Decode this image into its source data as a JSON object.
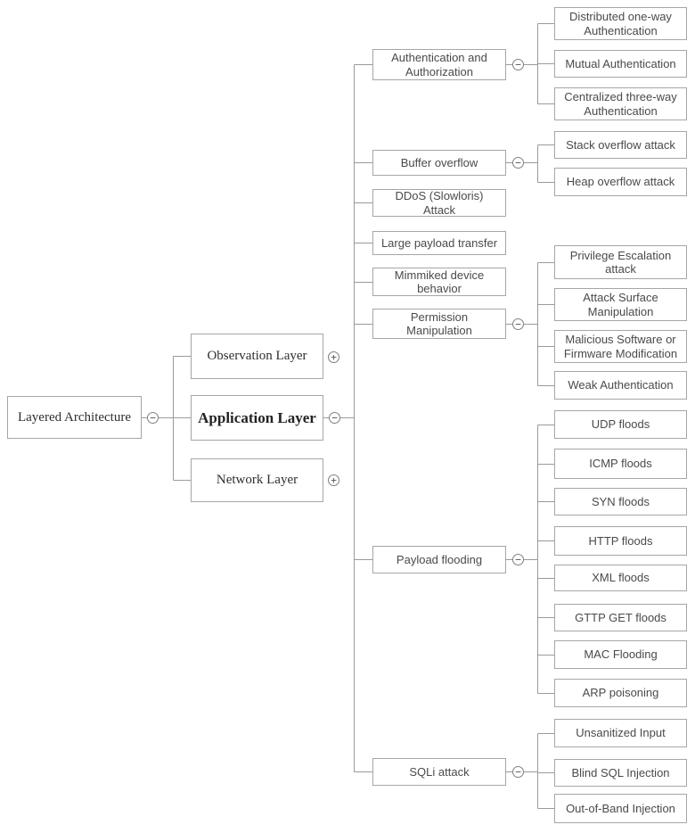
{
  "diagram": {
    "root": {
      "label": "Layered Architecture",
      "state": "expanded"
    },
    "level1": [
      {
        "label": "Observation Layer",
        "state": "collapsed"
      },
      {
        "label": "Application Layer",
        "state": "expanded"
      },
      {
        "label": "Network Layer",
        "state": "collapsed"
      }
    ],
    "level2": [
      {
        "label": "Authentication and Authorization",
        "state": "expanded"
      },
      {
        "label": "Buffer overflow",
        "state": "expanded"
      },
      {
        "label": "DDoS (Slowloris) Attack"
      },
      {
        "label": "Large payload transfer"
      },
      {
        "label": "Mimmiked device behavior"
      },
      {
        "label": "Permission Manipulation",
        "state": "expanded"
      },
      {
        "label": "Payload flooding",
        "state": "expanded"
      },
      {
        "label": "SQLi attack",
        "state": "expanded"
      }
    ],
    "level3": {
      "authentication": [
        "Distributed one-way Authentication",
        "Mutual Authentication",
        "Centralized three-way Authentication"
      ],
      "buffer": [
        "Stack overflow attack",
        "Heap overflow attack"
      ],
      "permission": [
        "Privilege Escalation attack",
        "Attack Surface Manipulation",
        "Malicious Software or Firmware Modification",
        "Weak Authentication"
      ],
      "payload": [
        "UDP floods",
        "ICMP floods",
        "SYN floods",
        "HTTP floods",
        "XML floods",
        "GTTP GET floods",
        "MAC Flooding",
        "ARP poisoning"
      ],
      "sqli": [
        "Unsanitized Input",
        "Blind SQL Injection",
        "Out-of-Band Injection"
      ]
    }
  },
  "symbols": {
    "collapse": "−",
    "expand": "+"
  },
  "colors": {
    "line": "#9a9a9a",
    "border": "#a6a6a6",
    "text": "#4a4a4a",
    "background": "#ffffff"
  }
}
